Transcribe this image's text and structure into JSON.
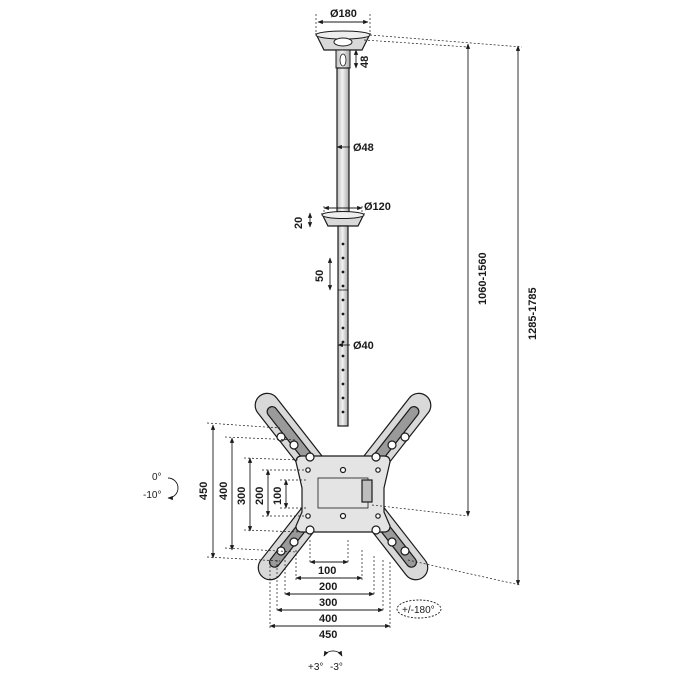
{
  "dimensions": {
    "top_plate_diameter": "Ø180",
    "top_plate_height": "48",
    "upper_tube_diameter": "Ø48",
    "mid_plate_diameter": "Ø120",
    "mid_plate_height": "20",
    "hole_spacing": "50",
    "lower_tube_diameter": "Ø40",
    "inner_height_range": "1060-1560",
    "total_height_range": "1285-1785",
    "vesa_vertical": [
      "100",
      "200",
      "300",
      "400",
      "450"
    ],
    "vesa_horizontal": [
      "100",
      "200",
      "300",
      "400",
      "450"
    ]
  },
  "angles": {
    "tilt_up": "0°",
    "tilt_down": "-10°",
    "swivel": "+/-180°",
    "level_plus": "+3°",
    "level_minus": "-3°"
  },
  "colors": {
    "line": "#1a1a1a",
    "metal": "#d9d9d9",
    "metal_dark": "#9a9a9a"
  }
}
